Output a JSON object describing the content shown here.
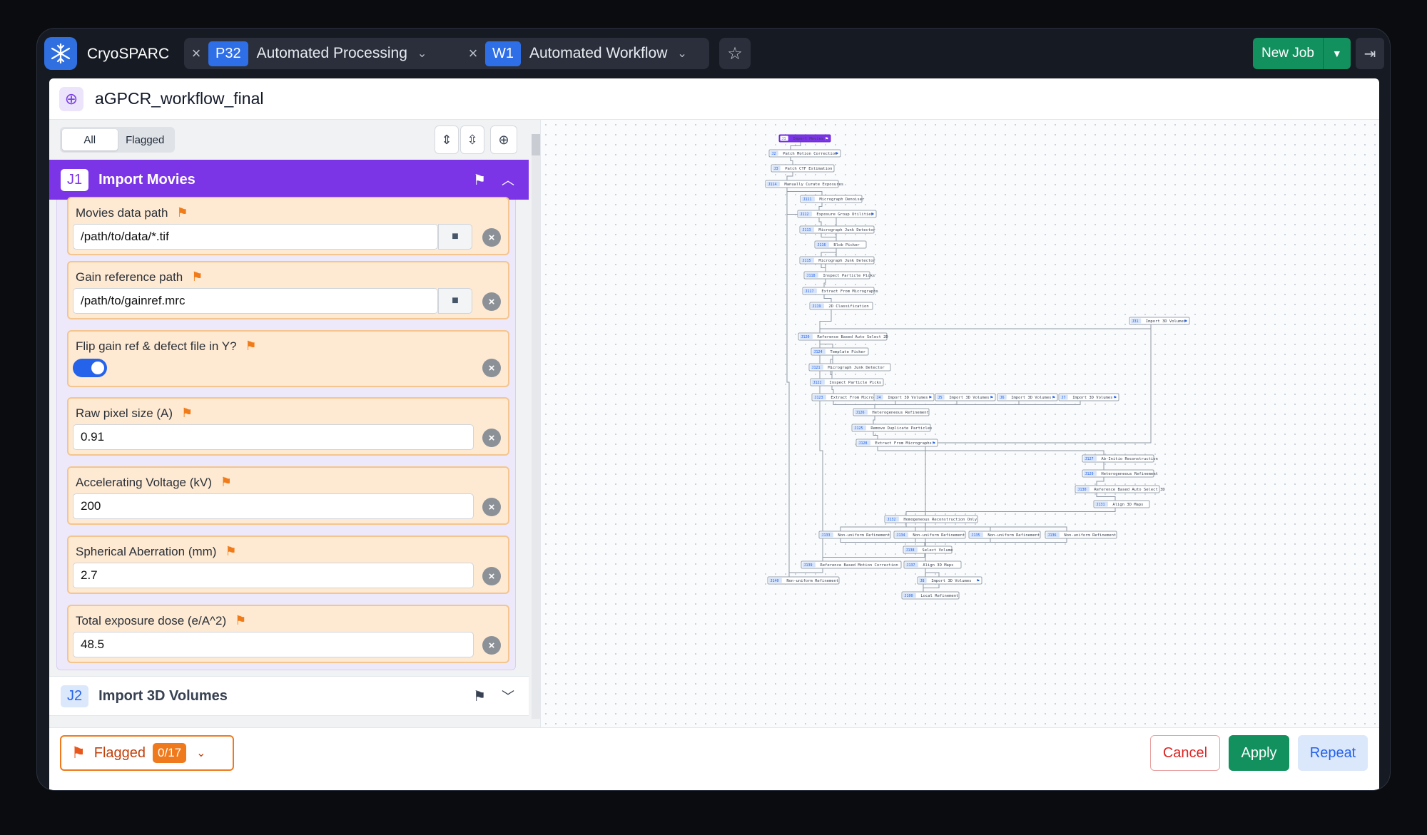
{
  "app": {
    "name": "CryoSPARC"
  },
  "tabs": [
    {
      "badge": "P32",
      "label": "Automated Processing"
    },
    {
      "badge": "W1",
      "label": "Automated Workflow"
    }
  ],
  "header": {
    "new_job_label": "New Job"
  },
  "workflow": {
    "title": "aGPCR_workflow_final"
  },
  "filter": {
    "all_label": "All",
    "flagged_label": "Flagged"
  },
  "job1": {
    "badge": "J1",
    "title": "Import Movies",
    "params": [
      {
        "label": "Movies data path",
        "value": "/path/to/data/*.tif"
      },
      {
        "label": "Gain reference path",
        "value": "/path/to/gainref.mrc"
      },
      {
        "label": "Flip gain ref & defect file in Y?",
        "value": ""
      },
      {
        "label": "Raw pixel size (A)",
        "value": "0.91"
      },
      {
        "label": "Accelerating Voltage (kV)",
        "value": "200"
      },
      {
        "label": "Spherical Aberration (mm)",
        "value": "2.7"
      },
      {
        "label": "Total exposure dose (e/A^2)",
        "value": "48.5"
      }
    ]
  },
  "job2": {
    "badge": "J2",
    "title": "Import 3D Volumes"
  },
  "footer": {
    "flagged_label": "Flagged",
    "flagged_count": "0/17",
    "cancel_label": "Cancel",
    "apply_label": "Apply",
    "repeat_label": "Repeat"
  },
  "graph": {
    "nodes": [
      {
        "id": "J1",
        "label": "Import Movies",
        "flagged": true
      },
      {
        "id": "J2",
        "label": "Patch Motion Correction",
        "flagged": true
      },
      {
        "id": "J3",
        "label": "Patch CTF Estimation",
        "flagged": false
      },
      {
        "id": "J114",
        "label": "Manually Curate Exposures",
        "flagged": false
      },
      {
        "id": "J111",
        "label": "Micrograph Denoiser",
        "flagged": false
      },
      {
        "id": "J112",
        "label": "Exposure Group Utilities",
        "flagged": true
      },
      {
        "id": "J113",
        "label": "Micrograph Junk Detector",
        "flagged": false
      },
      {
        "id": "J116",
        "label": "Blob Picker",
        "flagged": false
      },
      {
        "id": "J115",
        "label": "Micrograph Junk Detector",
        "flagged": false
      },
      {
        "id": "J118",
        "label": "Inspect Particle Picks",
        "flagged": false
      },
      {
        "id": "J117",
        "label": "Extract From Micrographs",
        "flagged": false
      },
      {
        "id": "J119",
        "label": "2D Classification",
        "flagged": false
      },
      {
        "id": "J31",
        "label": "Import 3D Volumes",
        "flagged": true
      },
      {
        "id": "J120",
        "label": "Reference Based Auto Select 2D",
        "flagged": false
      },
      {
        "id": "J124",
        "label": "Template Picker",
        "flagged": false
      },
      {
        "id": "J121",
        "label": "Micrograph Junk Detector",
        "flagged": false
      },
      {
        "id": "J122",
        "label": "Inspect Particle Picks",
        "flagged": false
      },
      {
        "id": "J123",
        "label": "Extract From Micrographs",
        "flagged": true
      },
      {
        "id": "J4",
        "label": "Import 3D Volumes",
        "flagged": true
      },
      {
        "id": "J5",
        "label": "Import 3D Volumes",
        "flagged": true
      },
      {
        "id": "J6",
        "label": "Import 3D Volumes",
        "flagged": true
      },
      {
        "id": "J7",
        "label": "Import 3D Volumes",
        "flagged": true
      },
      {
        "id": "J126",
        "label": "Heterogeneous Refinement",
        "flagged": false
      },
      {
        "id": "J125",
        "label": "Remove Duplicate Particles",
        "flagged": false
      },
      {
        "id": "J128",
        "label": "Extract From Micrographs",
        "flagged": true
      },
      {
        "id": "J127",
        "label": "Ab-Initio Reconstruction",
        "flagged": false
      },
      {
        "id": "J129",
        "label": "Heterogeneous Refinement",
        "flagged": false
      },
      {
        "id": "J130",
        "label": "Reference Based Auto Select 3D",
        "flagged": false
      },
      {
        "id": "J131",
        "label": "Align 3D Maps",
        "flagged": false
      },
      {
        "id": "J132",
        "label": "Homogeneous Reconstruction Only",
        "flagged": false
      },
      {
        "id": "J133",
        "label": "Non-uniform Refinement",
        "flagged": false
      },
      {
        "id": "J134",
        "label": "Non-uniform Refinement",
        "flagged": false
      },
      {
        "id": "J135",
        "label": "Non-uniform Refinement",
        "flagged": false
      },
      {
        "id": "J136",
        "label": "Non-uniform Refinement",
        "flagged": false
      },
      {
        "id": "J138",
        "label": "Select Volume",
        "flagged": false
      },
      {
        "id": "J139",
        "label": "Reference Based Motion Correction",
        "flagged": false
      },
      {
        "id": "J137",
        "label": "Align 3D Maps",
        "flagged": false
      },
      {
        "id": "J140",
        "label": "Non-uniform Refinement",
        "flagged": false
      },
      {
        "id": "J8",
        "label": "Import 3D Volumes",
        "flagged": true
      },
      {
        "id": "J100",
        "label": "Local Refinement",
        "flagged": false
      }
    ]
  }
}
